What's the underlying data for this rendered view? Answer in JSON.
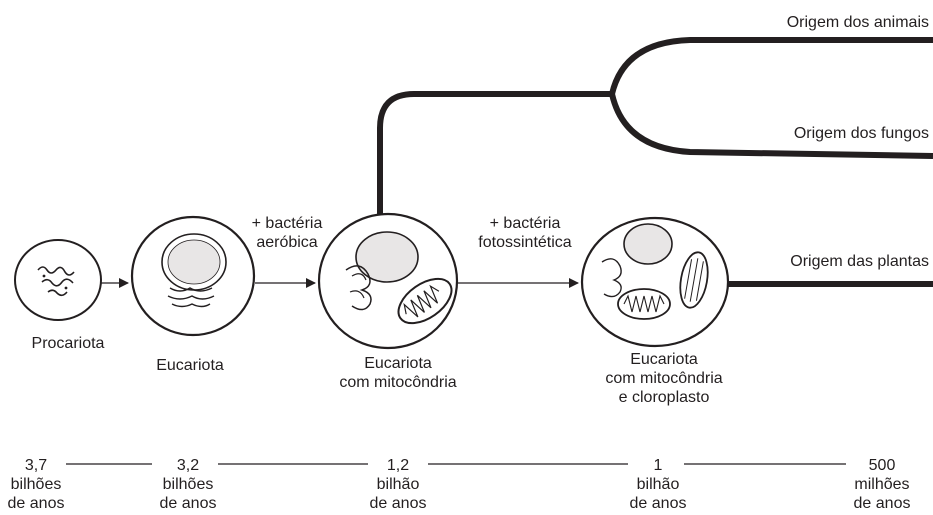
{
  "branches": {
    "animals": "Origem dos animais",
    "fungi": "Origem dos fungos",
    "plants": "Origem das plantas"
  },
  "events": {
    "aerobic": "+ bactéria\naeróbica",
    "photosynthetic": "+ bactéria\nfotossintética"
  },
  "stages": {
    "prokaryote": "Procariota",
    "eukaryote": "Eucariota",
    "eukaryote_mito": "Eucariota\ncom mitocôndria",
    "eukaryote_mito_chloro": "Eucariota\ncom mitocôndria\ne cloroplasto"
  },
  "timeline": [
    {
      "value": "3,7",
      "unit": "bilhões\nde anos"
    },
    {
      "value": "3,2",
      "unit": "bilhões\nde anos"
    },
    {
      "value": "1,2",
      "unit": "bilhão\nde anos"
    },
    {
      "value": "1",
      "unit": "bilhão\nde anos"
    },
    {
      "value": "500",
      "unit": "milhões\nde anos"
    }
  ]
}
